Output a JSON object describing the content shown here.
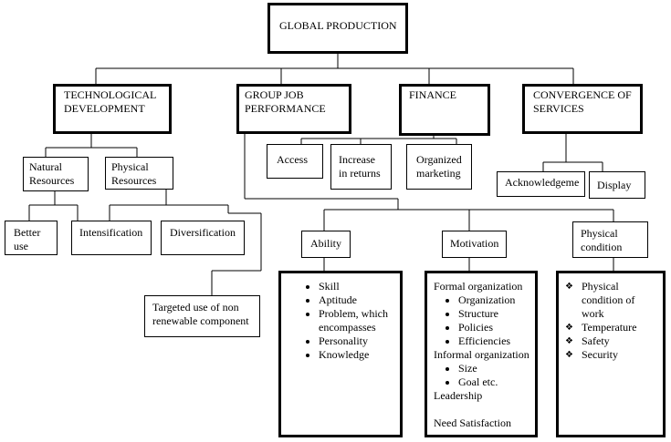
{
  "root": "GLOBAL PRODUCTION",
  "categories": {
    "tech": "TECHNOLOGICAL\nDEVELOPMENT",
    "group": "GROUP JOB\nPERFORMANCE",
    "finance": "FINANCE",
    "convergence": "CONVERGENCE OF\nSERVICES"
  },
  "tech_children": {
    "natural": "Natural\nResources",
    "physical": "Physical\nResources",
    "better": "Better\nuse",
    "intensification": "Intensification",
    "diversification": "Diversification",
    "targeted": "Targeted use of non\nrenewable component"
  },
  "finance_children": {
    "access": "Access",
    "returns": "Increase\nin returns",
    "marketing": "Organized\nmarketing"
  },
  "convergence_children": {
    "acknowledgement": "Acknowledgeme",
    "display": "Display"
  },
  "group_children": {
    "ability": {
      "label": "Ability",
      "items": [
        "Skill",
        "Aptitude",
        "Problem, which encompasses",
        "Personality",
        "Knowledge"
      ]
    },
    "motivation": {
      "label": "Motivation",
      "formal": "Formal organization",
      "formal_items": [
        "Organization",
        "Structure",
        "Policies",
        "Efficiencies"
      ],
      "informal": "Informal organization",
      "informal_items": [
        "Size",
        "Goal etc."
      ],
      "leadership": "Leadership",
      "need": "Need Satisfaction"
    },
    "physical": {
      "label": "Physical\ncondition",
      "items": [
        "Physical condition of work",
        "Temperature",
        "Safety",
        "Security"
      ]
    }
  }
}
